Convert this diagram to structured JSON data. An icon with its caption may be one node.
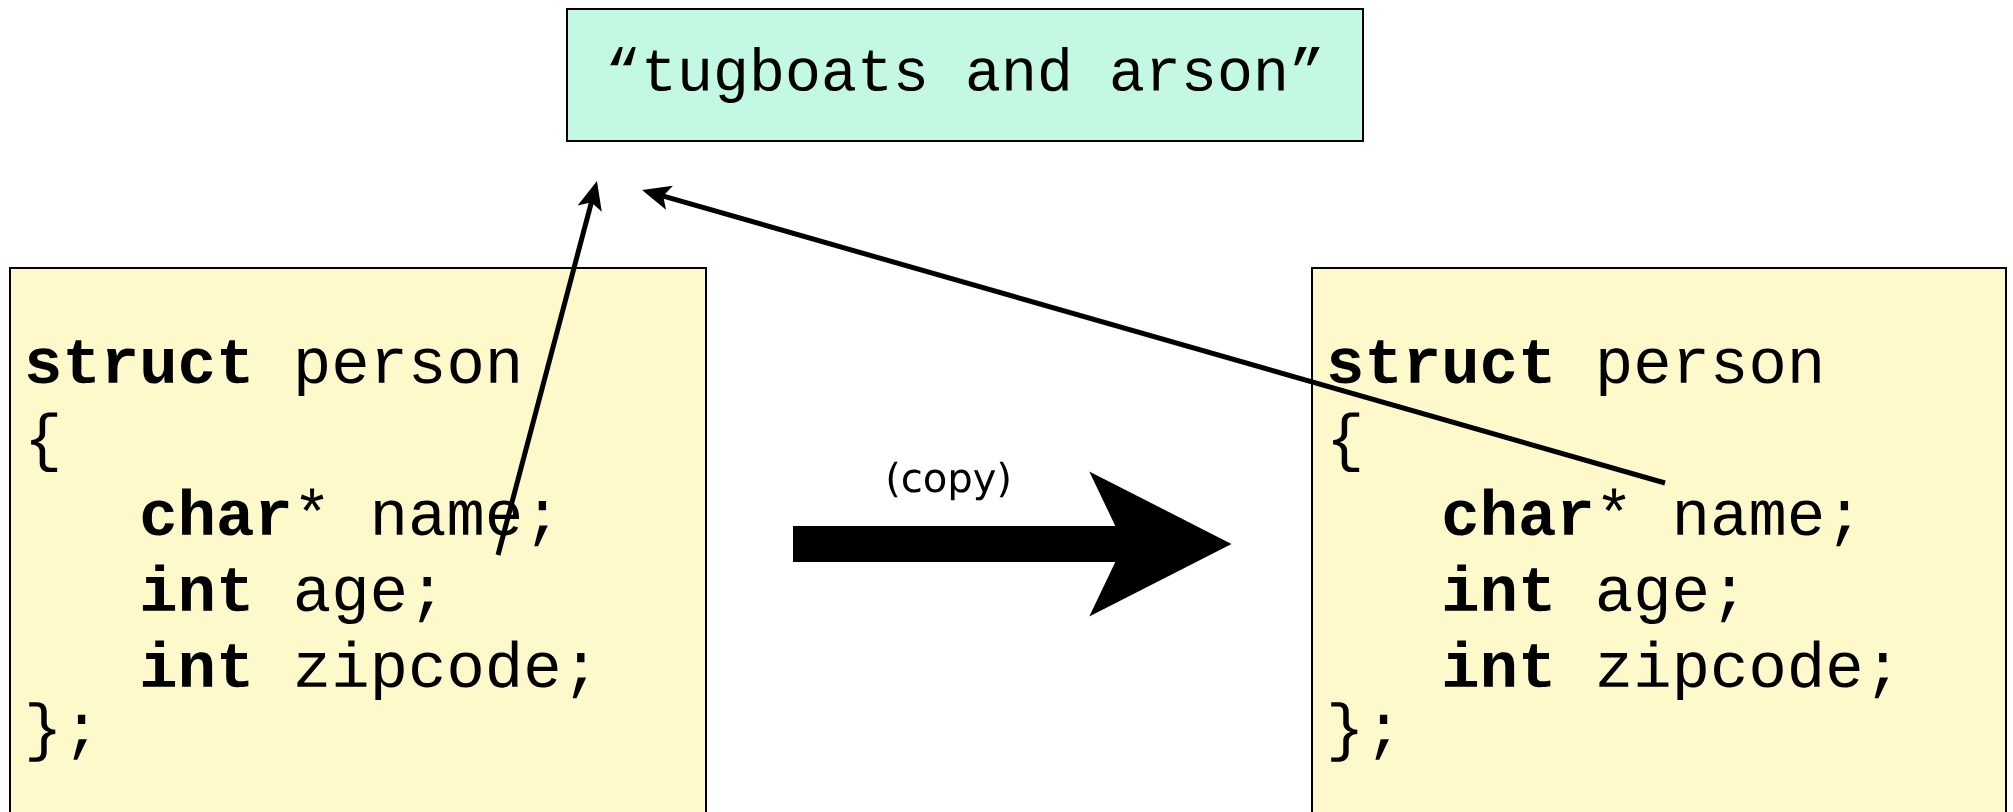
{
  "diagram": {
    "nodes": [
      {
        "text": [
          "“tugboats and arson”"
        ]
      },
      {
        "text": [
          "**struct** person",
          "{",
          "**char*** name;",
          "**int** age;",
          "**int** zipcode;",
          "};"
        ]
      },
      {
        "text": [
          "**struct** person",
          "{",
          "**char*** name;",
          "**int** age;",
          "**int** zipcode;",
          "};"
        ]
      }
    ],
    "edges": [
      {
        "from": 1,
        "to": 2,
        "arrow": "to",
        "label": "(copy)",
        "style": "thick"
      },
      {
        "from": 1,
        "to": 0,
        "arrow": "to"
      },
      {
        "from": 2,
        "to": 0,
        "arrow": "to"
      }
    ]
  }
}
